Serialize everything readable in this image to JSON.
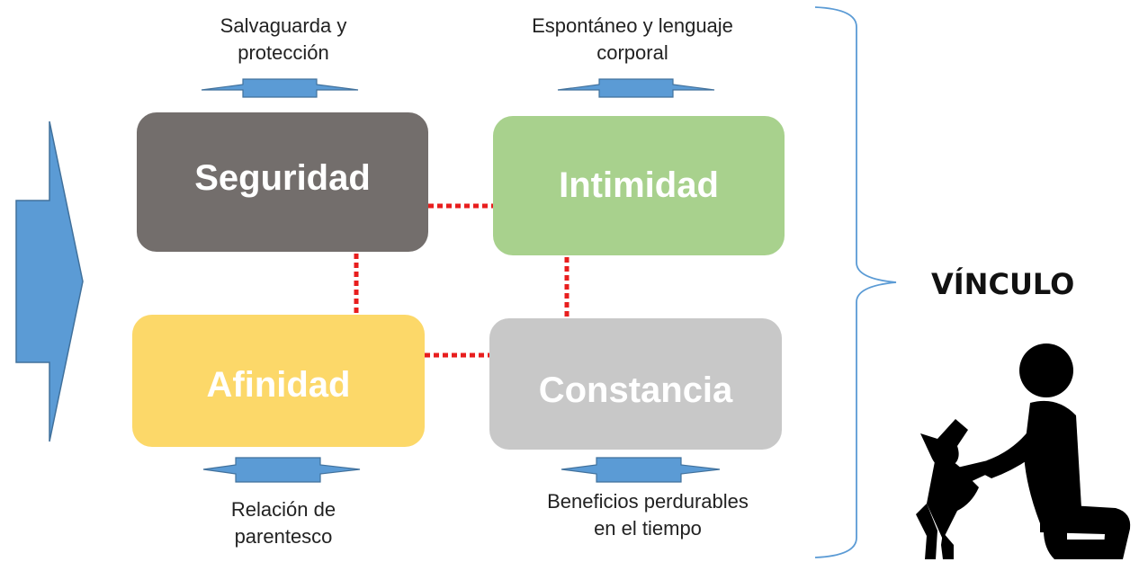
{
  "boxes": {
    "seguridad": {
      "label": "Seguridad",
      "color": "#736E6C"
    },
    "intimidad": {
      "label": "Intimidad",
      "color": "#A8D18D"
    },
    "afinidad": {
      "label": "Afinidad",
      "color": "#FCD869"
    },
    "constancia": {
      "label": "Constancia",
      "color": "#C8C8C8"
    }
  },
  "captions": {
    "seguridad_line1": "Salvaguarda y",
    "seguridad_line2": "protección",
    "intimidad_line1": "Espontáneo y lenguaje",
    "intimidad_line2": "corporal",
    "afinidad_line1": "Relación de",
    "afinidad_line2": "parentesco",
    "constancia_line1": "Beneficios perdurables",
    "constancia_line2": "en el tiempo"
  },
  "result_label": "VÍNCULO",
  "colors": {
    "arrow_fill": "#5B9BD5",
    "arrow_stroke": "#41719C",
    "connector": "#E81E1E",
    "brace": "#5B9BD5",
    "silhouette": "#000000"
  },
  "icons": {
    "pictogram": "person-with-dog-icon"
  }
}
